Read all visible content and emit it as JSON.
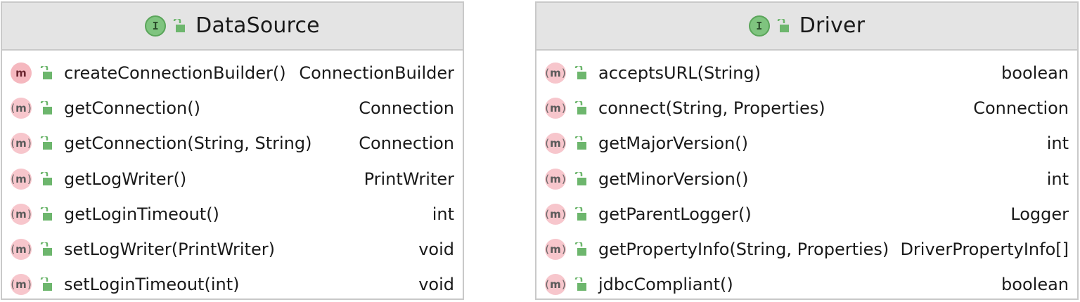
{
  "colors": {
    "header_bg": "#e4e4e4",
    "border": "#c9c9c9",
    "interface_icon": "#7fc47f",
    "method_icon": "#f5b8bf",
    "lock_icon": "#6db66d"
  },
  "classes": [
    {
      "name": "DataSource",
      "icon": "interface-icon",
      "visibility_icon": "lock-open-icon",
      "members": [
        {
          "name": "createConnectionBuilder()",
          "type": "ConnectionBuilder",
          "icon": "method-icon",
          "abstract": false
        },
        {
          "name": "getConnection()",
          "type": "Connection",
          "icon": "abstract-method-icon",
          "abstract": true
        },
        {
          "name": "getConnection(String, String)",
          "type": "Connection",
          "icon": "abstract-method-icon",
          "abstract": true
        },
        {
          "name": "getLogWriter()",
          "type": "PrintWriter",
          "icon": "abstract-method-icon",
          "abstract": true
        },
        {
          "name": "getLoginTimeout()",
          "type": "int",
          "icon": "abstract-method-icon",
          "abstract": true
        },
        {
          "name": "setLogWriter(PrintWriter)",
          "type": "void",
          "icon": "abstract-method-icon",
          "abstract": true
        },
        {
          "name": "setLoginTimeout(int)",
          "type": "void",
          "icon": "abstract-method-icon",
          "abstract": true
        }
      ]
    },
    {
      "name": "Driver",
      "icon": "interface-icon",
      "visibility_icon": "lock-open-icon",
      "members": [
        {
          "name": "acceptsURL(String)",
          "type": "boolean",
          "icon": "abstract-method-icon",
          "abstract": true
        },
        {
          "name": "connect(String, Properties)",
          "type": "Connection",
          "icon": "abstract-method-icon",
          "abstract": true
        },
        {
          "name": "getMajorVersion()",
          "type": "int",
          "icon": "abstract-method-icon",
          "abstract": true
        },
        {
          "name": "getMinorVersion()",
          "type": "int",
          "icon": "abstract-method-icon",
          "abstract": true
        },
        {
          "name": "getParentLogger()",
          "type": "Logger",
          "icon": "abstract-method-icon",
          "abstract": true
        },
        {
          "name": "getPropertyInfo(String, Properties)",
          "type": "DriverPropertyInfo[]",
          "icon": "abstract-method-icon",
          "abstract": true
        },
        {
          "name": "jdbcCompliant()",
          "type": "boolean",
          "icon": "abstract-method-icon",
          "abstract": true
        }
      ]
    }
  ]
}
